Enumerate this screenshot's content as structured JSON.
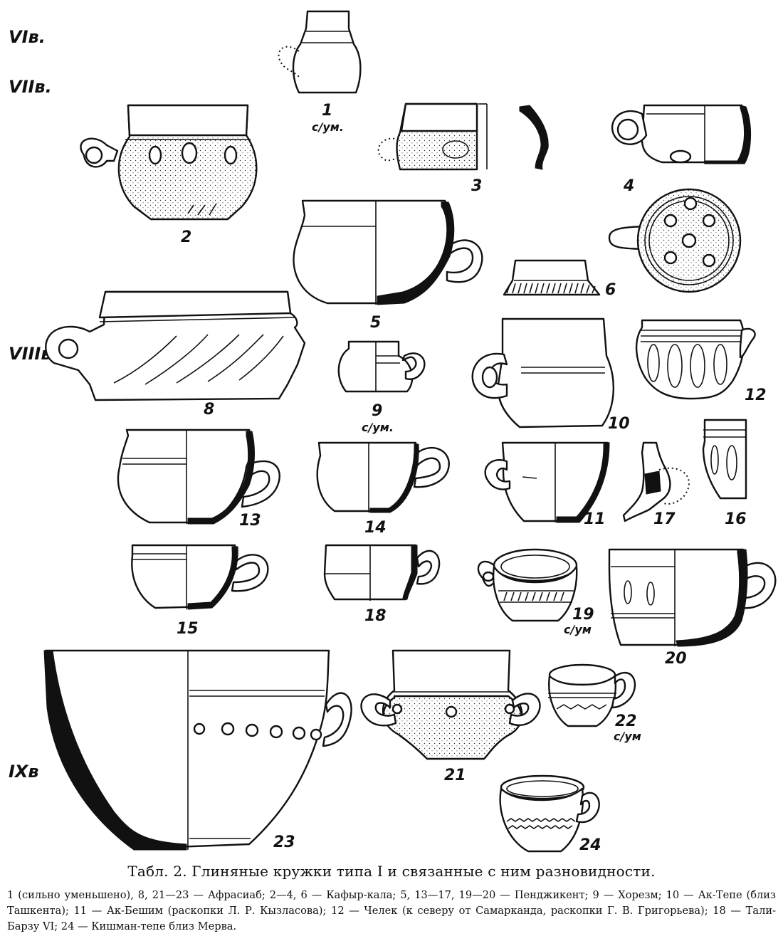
{
  "centuries": {
    "c6": "VIв.",
    "c7": "VIIв.",
    "c8": "VIIIв.",
    "c9": "IXв"
  },
  "figures": [
    {
      "id": "1",
      "label": "1",
      "note": "с/ум."
    },
    {
      "id": "2",
      "label": "2"
    },
    {
      "id": "3",
      "label": "3"
    },
    {
      "id": "4",
      "label": "4"
    },
    {
      "id": "5",
      "label": "5"
    },
    {
      "id": "6",
      "label": "6"
    },
    {
      "id": "7",
      "label": ""
    },
    {
      "id": "8",
      "label": "8"
    },
    {
      "id": "9",
      "label": "9",
      "note": "с/ум."
    },
    {
      "id": "10",
      "label": "10"
    },
    {
      "id": "11",
      "label": "11"
    },
    {
      "id": "12",
      "label": "12"
    },
    {
      "id": "13",
      "label": "13"
    },
    {
      "id": "14",
      "label": "14"
    },
    {
      "id": "15",
      "label": "15"
    },
    {
      "id": "16",
      "label": "16"
    },
    {
      "id": "17",
      "label": "17"
    },
    {
      "id": "18",
      "label": "18"
    },
    {
      "id": "19",
      "label": "19",
      "note": "с/ум"
    },
    {
      "id": "20",
      "label": "20"
    },
    {
      "id": "21",
      "label": "21"
    },
    {
      "id": "22",
      "label": "22",
      "note": "с/ум"
    },
    {
      "id": "23",
      "label": "23"
    },
    {
      "id": "24",
      "label": "24"
    }
  ],
  "caption": {
    "title": "Табл. 2. Глиняные кружки типа I и связанные с ним разновидности.",
    "legend": "1 (сильно уменьшено), 8, 21—23 — Афрасиаб; 2—4, 6 — Кафыр-кала; 5, 13—17, 19—20 — Пенджикент; 9 — Хорезм; 10 — Ак-Тепе (близ Ташкента); 11 — Ак-Бешим (раскопки Л. Р. Кызласова); 12 — Челек (к северу от Самарканда, раскопки Г. В. Григорьева); 18 — Тали-Барзу VI; 24 — Кишман-тепе близ Мерва."
  }
}
